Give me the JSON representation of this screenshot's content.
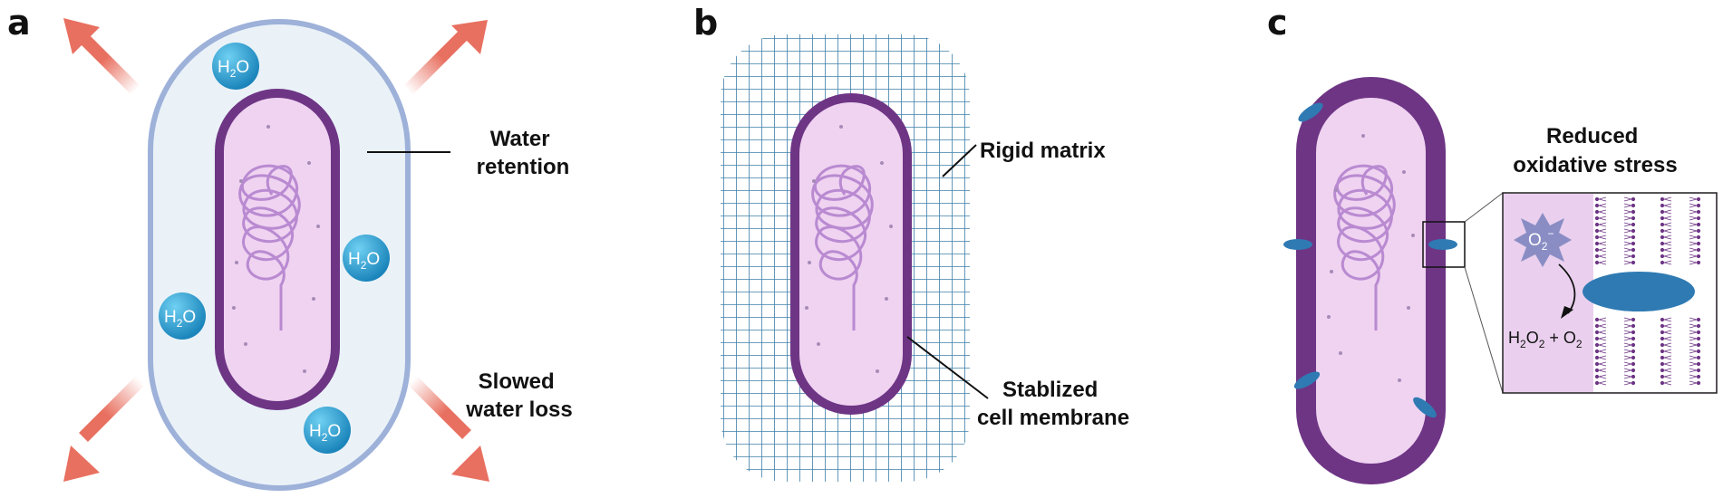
{
  "panels": {
    "a": {
      "letter": "a",
      "label_water_retention": [
        "Water",
        "retention"
      ],
      "label_water_loss": [
        "Slowed",
        "water loss"
      ],
      "molecule_main": "H",
      "molecule_sub": "2",
      "molecule_tail": "O"
    },
    "b": {
      "letter": "b",
      "label_matrix": "Rigid matrix",
      "label_membrane": [
        "Stablized",
        "cell membrane"
      ]
    },
    "c": {
      "letter": "c",
      "label_stress": [
        "Reduced",
        "oxidative stress"
      ],
      "radical": {
        "main": "O",
        "sub": "2",
        "sup": "−"
      },
      "products": {
        "a": "H",
        "a_sub1": "2",
        "b": "O",
        "b_sub": "2",
        "plus": " + ",
        "c": "O",
        "c_sub": "2"
      }
    }
  },
  "colors": {
    "cell_outline": "#6e3585",
    "cytoplasm": "#efd3f1",
    "dna": "#b98ad1",
    "capsule_fill": "#eaf2f8",
    "capsule_stroke": "#9db1d9",
    "water_bubble": "#2a9fd0",
    "arrow": "#e87060",
    "matrix": "#3d7fa8",
    "protein": "#2f7ab3",
    "radical": "#8a8dc4"
  }
}
